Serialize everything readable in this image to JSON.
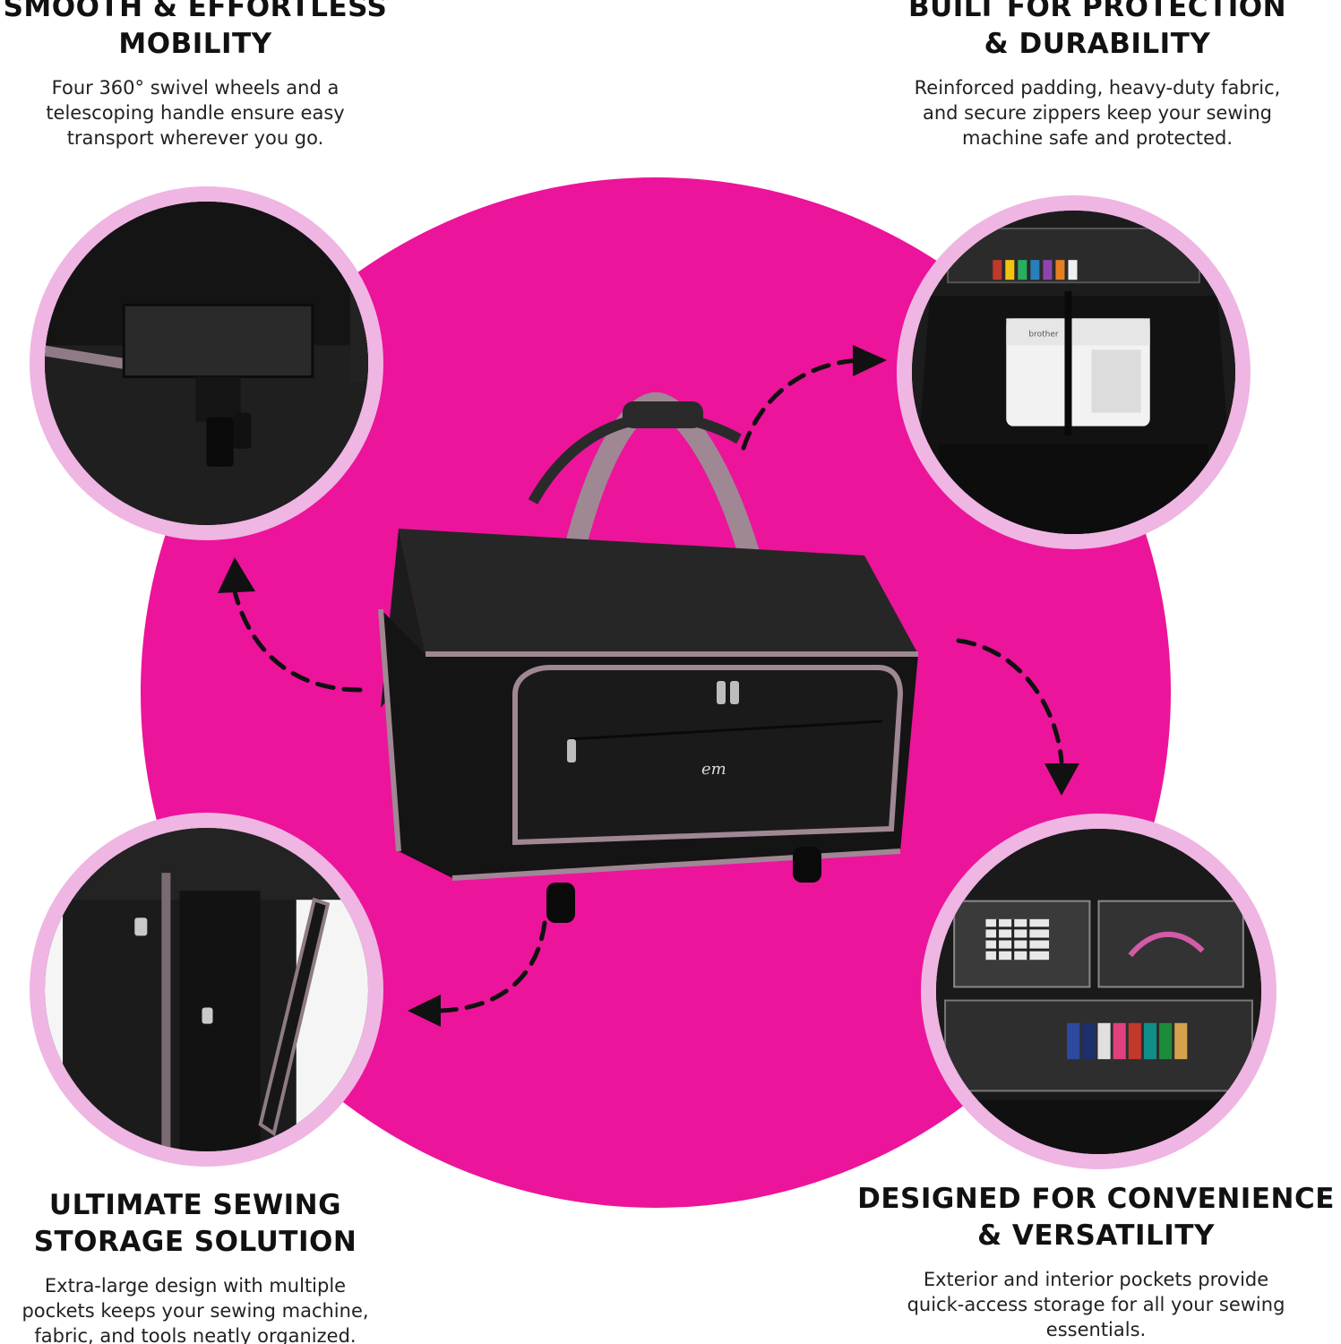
{
  "theme": {
    "accent": "#ec149a",
    "ring": "#efb5e3"
  },
  "features": {
    "mobility": {
      "title_line1": "SMOOTH & EFFORTLESS",
      "title_line2": "MOBILITY",
      "desc_line1": "Four 360° swivel wheels and a",
      "desc_line2": "telescoping handle ensure easy",
      "desc_line3": "transport wherever you go."
    },
    "protection": {
      "title_line1": "BUILT FOR PROTECTION",
      "title_line2": "& DURABILITY",
      "desc_line1": "Reinforced padding, heavy-duty fabric,",
      "desc_line2": "and secure zippers keep your sewing",
      "desc_line3": "machine safe and protected."
    },
    "storage": {
      "title_line1": "ULTIMATE SEWING",
      "title_line2": "STORAGE SOLUTION",
      "desc_line1": "Extra-large design with multiple",
      "desc_line2": "pockets keeps your sewing machine,",
      "desc_line3": "fabric, and tools neatly organized."
    },
    "convenience": {
      "title_line1": "DESIGNED FOR CONVENIENCE",
      "title_line2": "& VERSATILITY",
      "desc_line1": "Exterior and interior pockets provide",
      "desc_line2": "quick-access storage for all your sewing",
      "desc_line3": "essentials."
    }
  },
  "product": {
    "bag_logo": "em",
    "machine_brand": "brother"
  }
}
